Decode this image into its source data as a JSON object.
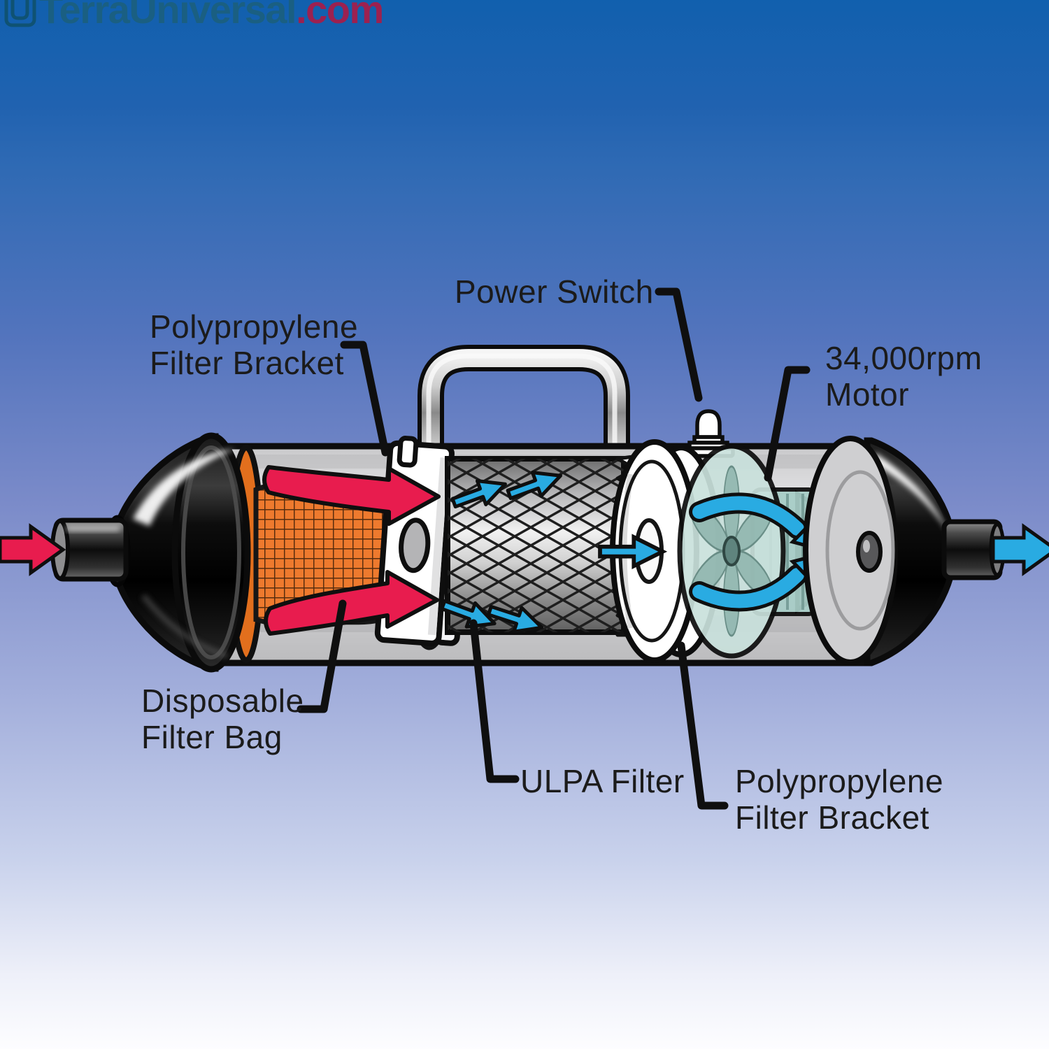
{
  "logo": {
    "brand": "TerraUniversal",
    "tld": ".com"
  },
  "labels": {
    "power_switch": "Power Switch",
    "bracket_left": {
      "line1": "Polypropylene",
      "line2": "Filter Bracket"
    },
    "motor": {
      "line1": "34,000rpm",
      "line2": "Motor"
    },
    "filter_bag": {
      "line1": "Disposable",
      "line2": "Filter Bag"
    },
    "ulpa": "ULPA Filter",
    "bracket_right": {
      "line1": "Polypropylene",
      "line2": "Filter Bracket"
    }
  },
  "colors": {
    "background_top": "#1160ae",
    "background_bottom": "#fdfdff",
    "label_text": "#1b1b1b",
    "airflow_in_red": "#e81c4e",
    "airflow_out_blue": "#29abe2",
    "filter_bag_orange": "#ee7a2e",
    "motor_fan_teal": "#c9e1dc",
    "housing_gray": "#d5d5d7",
    "brand_blue": "#1a5f82",
    "brand_maroon": "#9c2150"
  }
}
